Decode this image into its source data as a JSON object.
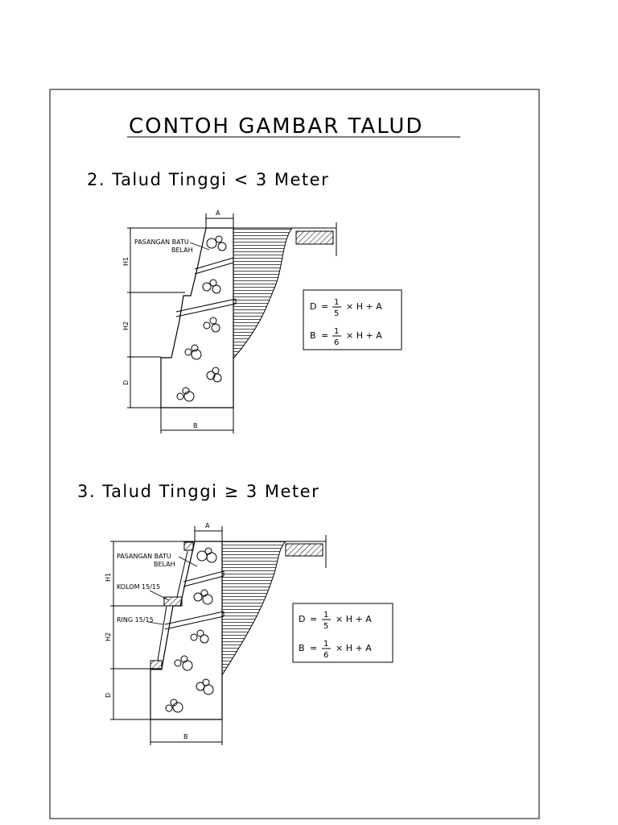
{
  "title": "CONTOH GAMBAR TALUD",
  "sections": [
    {
      "heading": "2. Talud Tinggi < 3 Meter",
      "labels": {
        "a": "A",
        "b": "B",
        "h1": "H1",
        "h2": "H2",
        "d": "D",
        "pasangan_line1": "PASANGAN BATU",
        "pasangan_line2": "BELAH"
      },
      "formulas": [
        {
          "lhs": "D",
          "eq": "=",
          "num": "1",
          "den": "5",
          "rhs": "× H + A"
        },
        {
          "lhs": "B",
          "eq": "=",
          "num": "1",
          "den": "6",
          "rhs": "× H + A"
        }
      ]
    },
    {
      "heading": "3. Talud Tinggi ≥ 3 Meter",
      "labels": {
        "a": "A",
        "b": "B",
        "h1": "H1",
        "h2": "H2",
        "d": "D",
        "pasangan_line1": "PASANGAN BATU",
        "pasangan_line2": "BELAH",
        "kolom": "KOLOM 15/15",
        "ring": "RING 15/15"
      },
      "formulas": [
        {
          "lhs": "D",
          "eq": "=",
          "num": "1",
          "den": "5",
          "rhs": "× H + A"
        },
        {
          "lhs": "B",
          "eq": "=",
          "num": "1",
          "den": "6",
          "rhs": "× H + A"
        }
      ]
    }
  ]
}
